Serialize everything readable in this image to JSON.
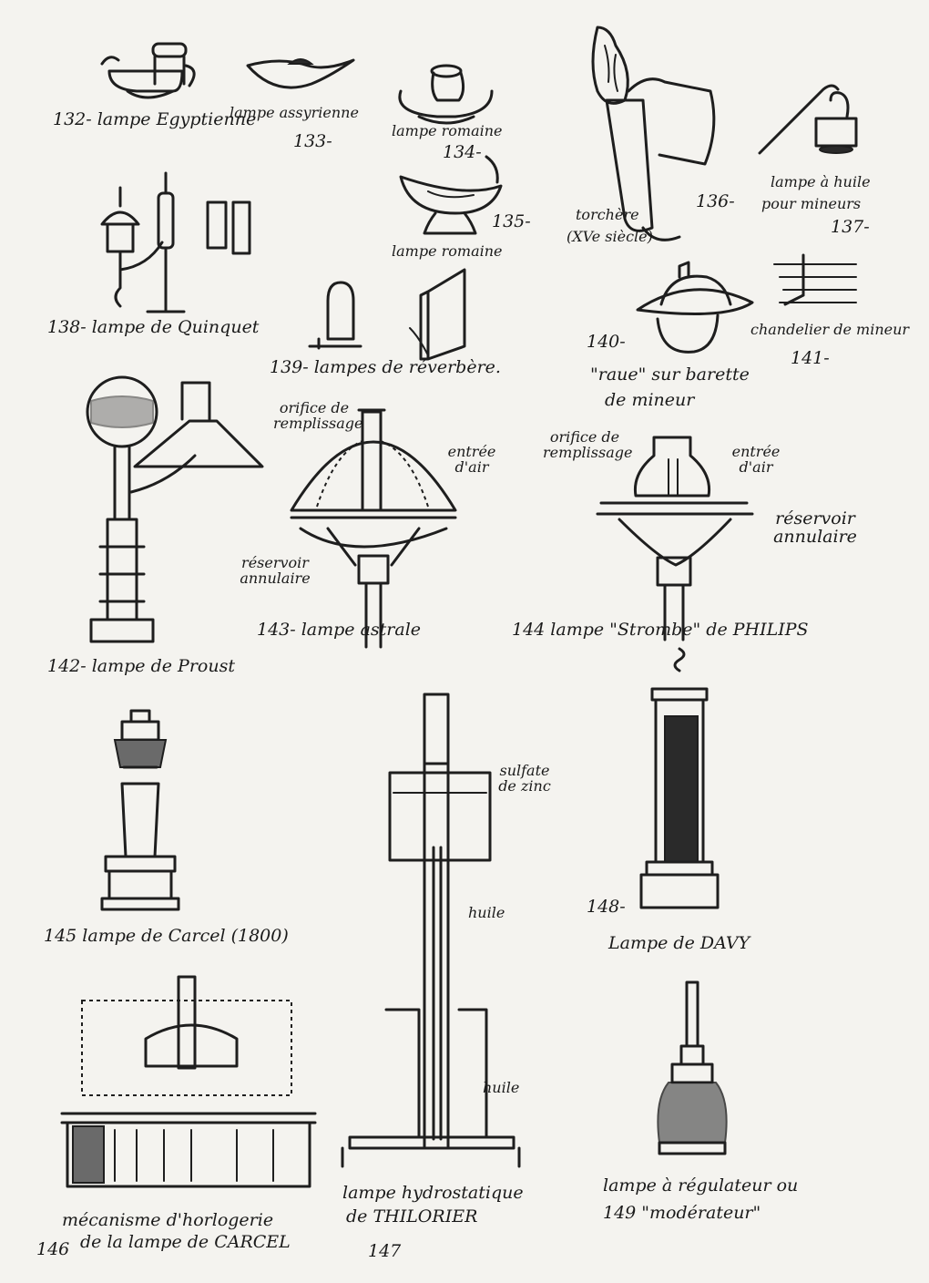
{
  "captions": {
    "c132": "132- lampe Egyptienne",
    "c133a": "lampe assyrienne",
    "c133b": "133-",
    "c134a": "lampe romaine",
    "c134b": "134-",
    "c135n": "135-",
    "c135t": "lampe romaine",
    "c136t1": "torchère",
    "c136t2": "(XVe siècle)",
    "c136n": "136-",
    "c137a": "lampe à huile",
    "c137b": "pour mineurs",
    "c137n": "137-",
    "c138": "138- lampe de Quinquet",
    "c139": "139- lampes de réverbère.",
    "c140n": "140-",
    "c140a": "\"raue\" sur barette",
    "c140b": "de mineur",
    "c141a": "chandelier de mineur",
    "c141n": "141-",
    "c142": "142- lampe de Proust",
    "c143_orif": "orifice de remplissage",
    "c143_air": "entrée d'air",
    "c143_res": "réservoir annulaire",
    "c143": "143- lampe astrale",
    "c144_orif": "orifice de remplissage",
    "c144_air": "entrée d'air",
    "c144_res": "réservoir annulaire",
    "c144": "144 lampe \"Strombe\" de PHILIPS",
    "c145": "145 lampe de Carcel (1800)",
    "c146a": "mécanisme d'horlogerie",
    "c146n": "146",
    "c146b": "de la lampe de CARCEL",
    "c147_zinc": "sulfate de zinc",
    "c147_h1": "huile",
    "c147_h2": "huile",
    "c147a": "lampe hydrostatique",
    "c147b": "de THILORIER",
    "c147n": "147",
    "c148n": "148-",
    "c148": "Lampe de DAVY",
    "c149a": "lampe à régulateur ou",
    "c149b": "149 \"modérateur\""
  }
}
